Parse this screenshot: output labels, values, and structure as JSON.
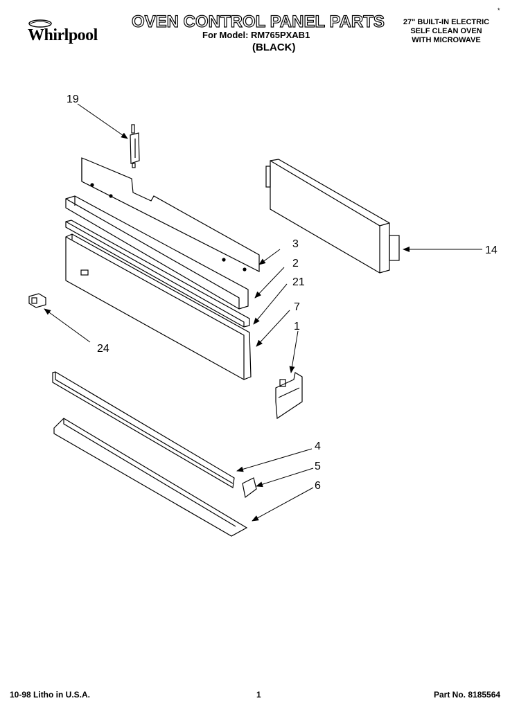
{
  "header": {
    "brand": "Whirlpool",
    "title": "OVEN CONTROL PANEL PARTS",
    "model_line": "For Model: RM765PXAB1",
    "color": "(BLACK)",
    "description": [
      "27\" BUILT-IN ELECTRIC",
      "SELF CLEAN OVEN",
      "WITH MICROWAVE"
    ],
    "corner_mark": "*"
  },
  "callouts": {
    "c19": "19",
    "c3": "3",
    "c2": "2",
    "c21": "21",
    "c7": "7",
    "c1": "1",
    "c24": "24",
    "c14": "14",
    "c4": "4",
    "c5": "5",
    "c6": "6"
  },
  "footer": {
    "left": "10-98  Litho in U.S.A.",
    "page": "1",
    "part_no": "Part No. 8185564"
  }
}
